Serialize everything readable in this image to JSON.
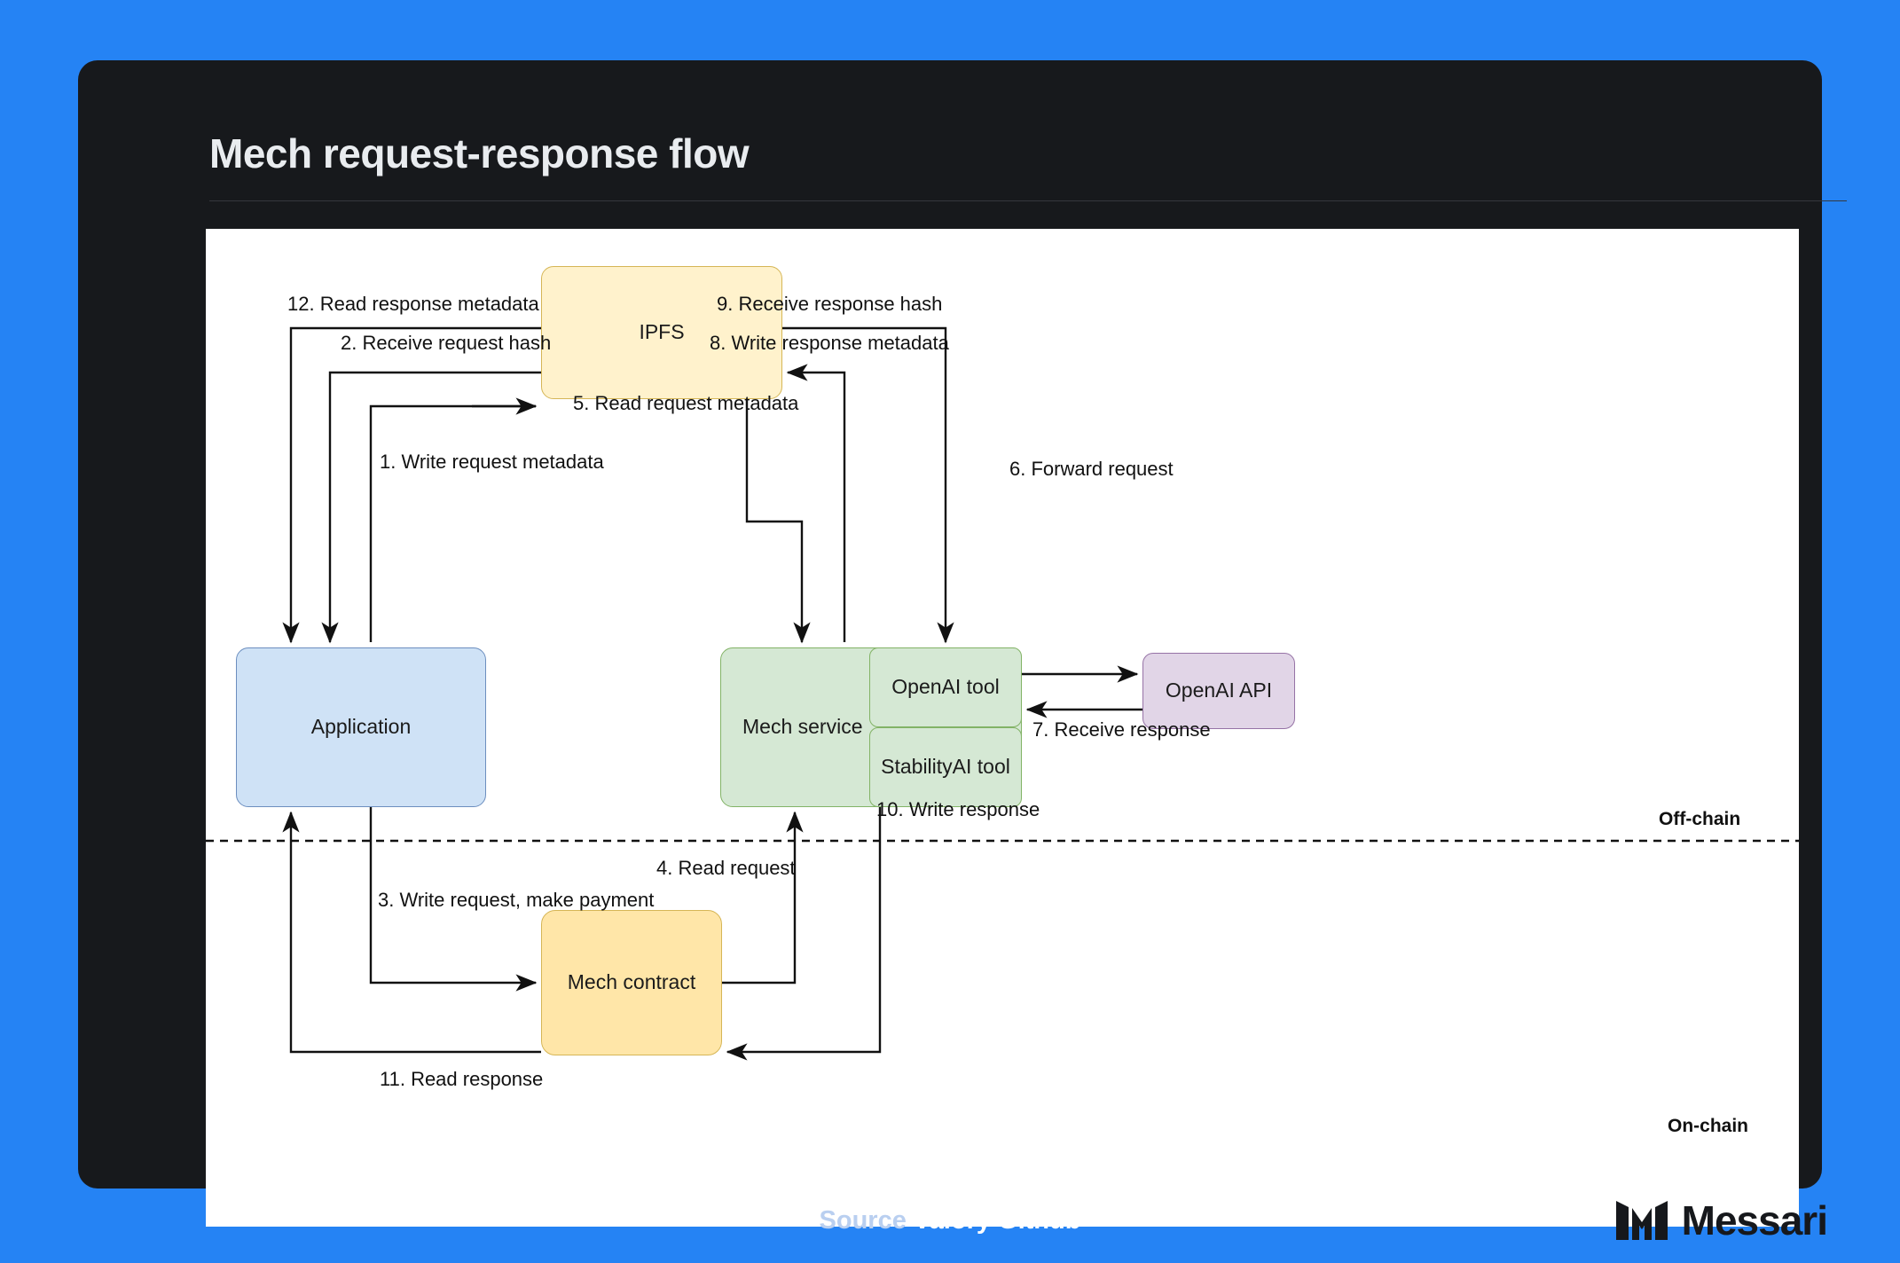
{
  "page": {
    "background_color": "#2583F4",
    "card_background": "#17191C"
  },
  "header": {
    "title": "Mech request-response flow"
  },
  "diagram": {
    "nodes": [
      {
        "id": "application",
        "label": "Application",
        "fill": "#CFE2F6",
        "stroke": "#6C8EBF"
      },
      {
        "id": "ipfs",
        "label": "IPFS",
        "fill": "#FFF2CC",
        "stroke": "#D6B656"
      },
      {
        "id": "mech-service",
        "label": "Mech service",
        "fill": "#D5E8D4",
        "stroke": "#82B366"
      },
      {
        "id": "openai-tool",
        "label": "OpenAI tool",
        "fill": "#D5E8D4",
        "stroke": "#82B366"
      },
      {
        "id": "stabilityai-tool",
        "label": "StabilityAI tool",
        "fill": "#D5E8D4",
        "stroke": "#82B366"
      },
      {
        "id": "openai-api",
        "label": "OpenAI API",
        "fill": "#E1D5E7",
        "stroke": "#9673A6"
      },
      {
        "id": "mech-contract",
        "label": "Mech contract",
        "fill": "#FFE6A8",
        "stroke": "#D6B656"
      }
    ],
    "edges": [
      {
        "step": 1,
        "label": "1. Write request metadata",
        "from": "application",
        "to": "ipfs"
      },
      {
        "step": 2,
        "label": "2. Receive request hash",
        "from": "ipfs",
        "to": "application"
      },
      {
        "step": 3,
        "label": "3. Write request, make payment",
        "from": "application",
        "to": "mech-contract"
      },
      {
        "step": 4,
        "label": "4. Read request",
        "from": "mech-contract",
        "to": "mech-service"
      },
      {
        "step": 5,
        "label": "5. Read request metadata",
        "from": "ipfs",
        "to": "mech-service"
      },
      {
        "step": 6,
        "label": "6. Forward request",
        "from": "openai-tool",
        "to": "openai-api"
      },
      {
        "step": 7,
        "label": "7. Receive response",
        "from": "openai-api",
        "to": "openai-tool"
      },
      {
        "step": 8,
        "label": "8. Write response metadata",
        "from": "mech-service",
        "to": "ipfs"
      },
      {
        "step": 9,
        "label": "9. Receive response hash",
        "from": "ipfs",
        "to": "openai-tool"
      },
      {
        "step": 10,
        "label": "10. Write response",
        "from": "mech-service",
        "to": "mech-contract"
      },
      {
        "step": 11,
        "label": "11. Read response",
        "from": "mech-contract",
        "to": "application"
      },
      {
        "step": 12,
        "label": "12. Read response metadata",
        "from": "ipfs",
        "to": "application"
      }
    ],
    "zones": {
      "offchain_label": "Off-chain",
      "onchain_label": "On-chain"
    }
  },
  "footer": {
    "source_prefix": "Source",
    "source_name": "Valory Github",
    "brand": "Messari"
  }
}
